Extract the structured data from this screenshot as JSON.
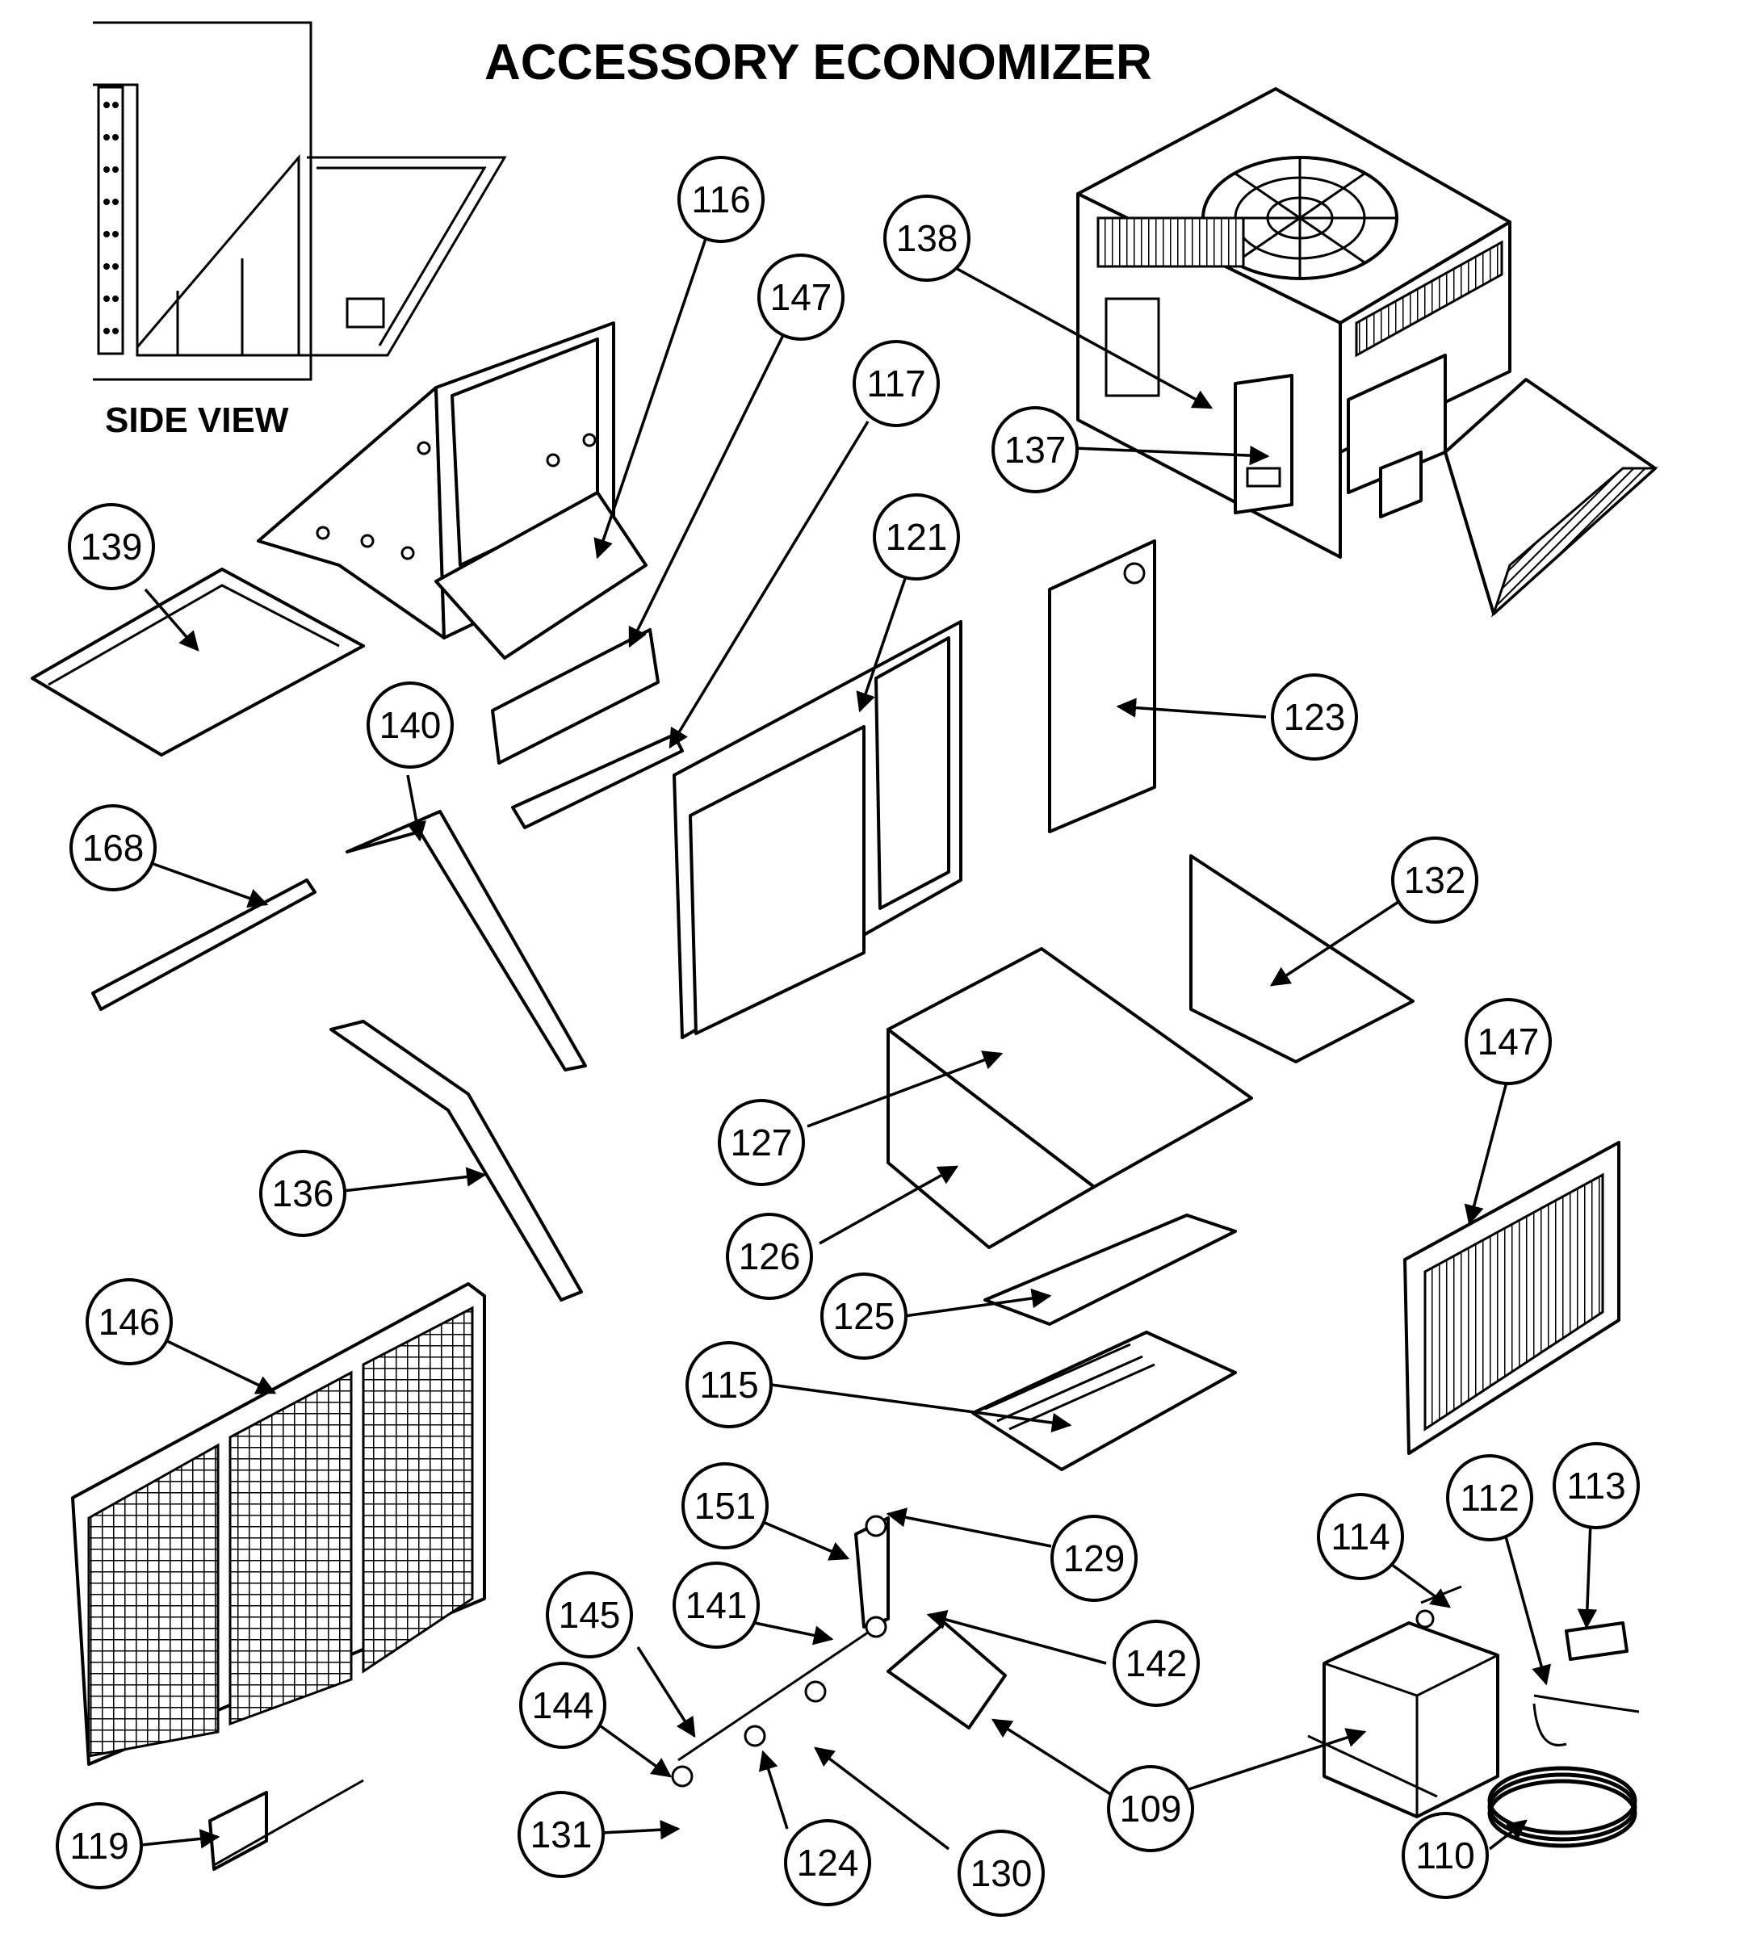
{
  "title": "ACCESSORY ECONOMIZER",
  "side_view_label": "SIDE VIEW",
  "callouts": [
    {
      "id": "116",
      "label": "116"
    },
    {
      "id": "147a",
      "label": "147"
    },
    {
      "id": "117",
      "label": "117"
    },
    {
      "id": "138",
      "label": "138"
    },
    {
      "id": "137",
      "label": "137"
    },
    {
      "id": "139",
      "label": "139"
    },
    {
      "id": "121",
      "label": "121"
    },
    {
      "id": "123",
      "label": "123"
    },
    {
      "id": "140",
      "label": "140"
    },
    {
      "id": "168",
      "label": "168"
    },
    {
      "id": "132",
      "label": "132"
    },
    {
      "id": "147b",
      "label": "147"
    },
    {
      "id": "127",
      "label": "127"
    },
    {
      "id": "136",
      "label": "136"
    },
    {
      "id": "126",
      "label": "126"
    },
    {
      "id": "146",
      "label": "146"
    },
    {
      "id": "125",
      "label": "125"
    },
    {
      "id": "115",
      "label": "115"
    },
    {
      "id": "151",
      "label": "151"
    },
    {
      "id": "129",
      "label": "129"
    },
    {
      "id": "114",
      "label": "114"
    },
    {
      "id": "112",
      "label": "112"
    },
    {
      "id": "113",
      "label": "113"
    },
    {
      "id": "145",
      "label": "145"
    },
    {
      "id": "141",
      "label": "141"
    },
    {
      "id": "142",
      "label": "142"
    },
    {
      "id": "144",
      "label": "144"
    },
    {
      "id": "109",
      "label": "109"
    },
    {
      "id": "131",
      "label": "131"
    },
    {
      "id": "124",
      "label": "124"
    },
    {
      "id": "130",
      "label": "130"
    },
    {
      "id": "110",
      "label": "110"
    },
    {
      "id": "119",
      "label": "119"
    }
  ]
}
